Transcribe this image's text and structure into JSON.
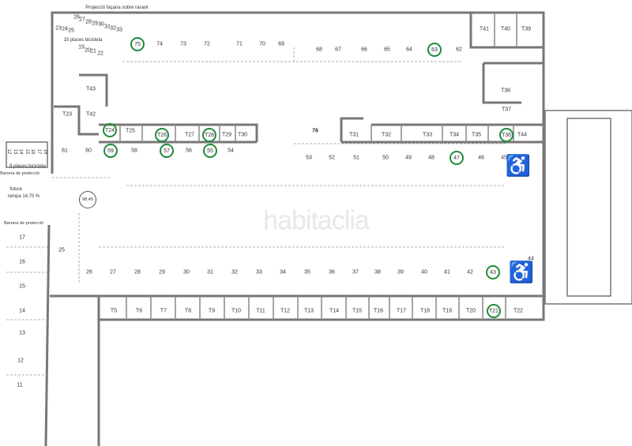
{
  "title": "Projecció façana sobre rasant",
  "watermark": "habitaclia",
  "notes": {
    "bike_top": "15 places bicicleta",
    "bike_left": "8 places bicicleta",
    "barrier_left_top": "Barrera de protecció",
    "barrier_ramp": "Barrera de protecció",
    "ramp_line1": "futura",
    "ramp_line2": "rampa 14,70 %",
    "level": "98,45"
  },
  "bike_spaces_top": [
    "23",
    "24",
    "25",
    "26",
    "27",
    "28",
    "29",
    "30",
    "31",
    "32",
    "33",
    "19",
    "20",
    "21",
    "22"
  ],
  "bike_spaces_left": [
    "12",
    "13",
    "14",
    "15",
    "16",
    "17",
    "18"
  ],
  "parking_top": [
    "75",
    "74",
    "73",
    "72",
    "71",
    "70",
    "69",
    "68",
    "67",
    "66",
    "65",
    "64",
    "63",
    "62"
  ],
  "parking_middle": [
    "61",
    "60",
    "59",
    "58",
    "57",
    "56",
    "55",
    "54",
    "76",
    "53",
    "52",
    "51",
    "50",
    "49",
    "48",
    "47",
    "46",
    "45"
  ],
  "parking_bottom": [
    "25",
    "26",
    "27",
    "28",
    "29",
    "30",
    "31",
    "32",
    "33",
    "34",
    "35",
    "36",
    "37",
    "38",
    "39",
    "40",
    "41",
    "42",
    "43",
    "44"
  ],
  "parking_ramp": [
    "17",
    "16",
    "15",
    "14",
    "13",
    "12",
    "11"
  ],
  "storage_rooms": [
    "T41",
    "T40",
    "T39",
    "T43",
    "T42",
    "T23",
    "T24",
    "T25",
    "T26",
    "T27",
    "T28",
    "T29",
    "T30",
    "T31",
    "T32",
    "T33",
    "T34",
    "T35",
    "T36",
    "T44",
    "T38",
    "T37"
  ],
  "storage_bottom": [
    "T5",
    "T6",
    "T7",
    "T8",
    "T9",
    "T10",
    "T11",
    "T12",
    "T13",
    "T14",
    "T15",
    "T16",
    "T17",
    "T18",
    "T19",
    "T20",
    "T21",
    "T22"
  ],
  "highlighted": [
    "75",
    "63",
    "59",
    "57",
    "55",
    "47",
    "43",
    "T24",
    "T26",
    "T28",
    "T36",
    "T21"
  ],
  "icons": {
    "accessible": "wheelchair-icon"
  },
  "colors": {
    "highlight": "#1e8c3a",
    "wall": "#888888",
    "accessible": "#8aa4c4"
  }
}
